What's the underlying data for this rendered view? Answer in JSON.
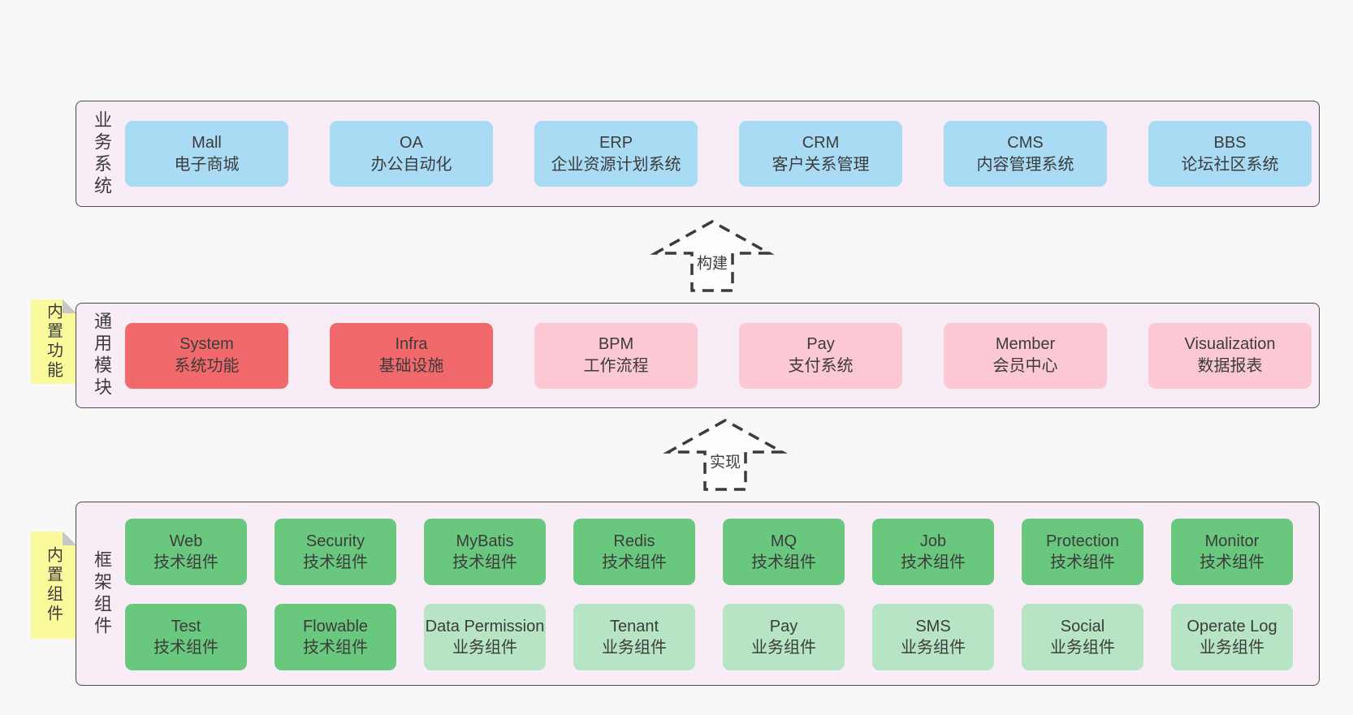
{
  "colors": {
    "page_bg": "#f8f8f8",
    "section_bg": "#f8edf6",
    "section_border": "#4b4b4b",
    "text": "#3c3c3c",
    "blue": "#a9dbf5",
    "red": "#f2696c",
    "pink": "#fbc8d3",
    "green": "#69c87e",
    "lightgreen": "#b7e4c4",
    "tag_yellow": "#faf99c",
    "tag_fold": "#c6c6c6",
    "arrow_stroke": "#3b3b3b"
  },
  "sections": [
    {
      "label": "业务系统",
      "rows": [
        [
          {
            "name": "Mall",
            "desc": "电子商城",
            "color": "blue"
          },
          {
            "name": "OA",
            "desc": "办公自动化",
            "color": "blue"
          },
          {
            "name": "ERP",
            "desc": "企业资源计划系统",
            "color": "blue"
          },
          {
            "name": "CRM",
            "desc": "客户关系管理",
            "color": "blue"
          },
          {
            "name": "CMS",
            "desc": "内容管理系统",
            "color": "blue"
          },
          {
            "name": "BBS",
            "desc": "论坛社区系统",
            "color": "blue"
          }
        ]
      ]
    },
    {
      "label": "通用模块",
      "tag": "内置功能",
      "rows": [
        [
          {
            "name": "System",
            "desc": "系统功能",
            "color": "red"
          },
          {
            "name": "Infra",
            "desc": "基础设施",
            "color": "red"
          },
          {
            "name": "BPM",
            "desc": "工作流程",
            "color": "pink"
          },
          {
            "name": "Pay",
            "desc": "支付系统",
            "color": "pink"
          },
          {
            "name": "Member",
            "desc": "会员中心",
            "color": "pink"
          },
          {
            "name": "Visualization",
            "desc": "数据报表",
            "color": "pink"
          }
        ]
      ]
    },
    {
      "label": "框架组件",
      "tag": "内置组件",
      "rows": [
        [
          {
            "name": "Web",
            "desc": "技术组件",
            "color": "green"
          },
          {
            "name": "Security",
            "desc": "技术组件",
            "color": "green"
          },
          {
            "name": "MyBatis",
            "desc": "技术组件",
            "color": "green"
          },
          {
            "name": "Redis",
            "desc": "技术组件",
            "color": "green"
          },
          {
            "name": "MQ",
            "desc": "技术组件",
            "color": "green"
          },
          {
            "name": "Job",
            "desc": "技术组件",
            "color": "green"
          },
          {
            "name": "Protection",
            "desc": "技术组件",
            "color": "green"
          },
          {
            "name": "Monitor",
            "desc": "技术组件",
            "color": "green"
          }
        ],
        [
          {
            "name": "Test",
            "desc": "技术组件",
            "color": "green"
          },
          {
            "name": "Flowable",
            "desc": "技术组件",
            "color": "green"
          },
          {
            "name": "Data Permission",
            "desc": "业务组件",
            "color": "lightgreen"
          },
          {
            "name": "Tenant",
            "desc": "业务组件",
            "color": "lightgreen"
          },
          {
            "name": "Pay",
            "desc": "业务组件",
            "color": "lightgreen"
          },
          {
            "name": "SMS",
            "desc": "业务组件",
            "color": "lightgreen"
          },
          {
            "name": "Social",
            "desc": "业务组件",
            "color": "lightgreen"
          },
          {
            "name": "Operate Log",
            "desc": "业务组件",
            "color": "lightgreen"
          }
        ]
      ]
    }
  ],
  "arrows": [
    {
      "label": "构建"
    },
    {
      "label": "实现"
    }
  ]
}
